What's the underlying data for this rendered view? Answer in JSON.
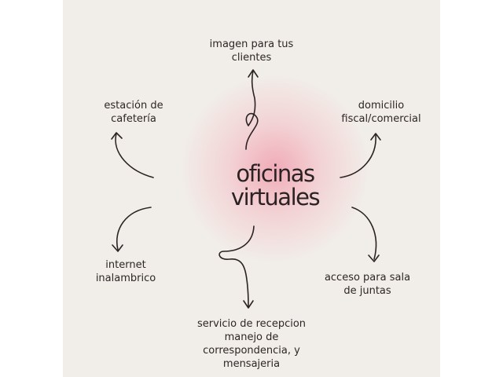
{
  "title": {
    "line1": "oficinas",
    "line2": "virtuales"
  },
  "items": {
    "image": {
      "line1": "imagen para tus",
      "line2": "clientes"
    },
    "cafeteria": {
      "line1": "estación de",
      "line2": "cafetería"
    },
    "domicilio": {
      "line1": "domicilio",
      "line2": "fiscal/comercial"
    },
    "internet": {
      "line1": "internet",
      "line2": "inalambrico"
    },
    "juntas": {
      "line1": "acceso para sala",
      "line2": "de juntas"
    },
    "servicio": {
      "line1": "servicio de  recepcion",
      "line2": "manejo de",
      "line3": "correspondencia, y",
      "line4": "mensajeria"
    }
  },
  "colors": {
    "background": "#f1ede8",
    "glow": "#f0a0af",
    "text": "#2b2323"
  }
}
